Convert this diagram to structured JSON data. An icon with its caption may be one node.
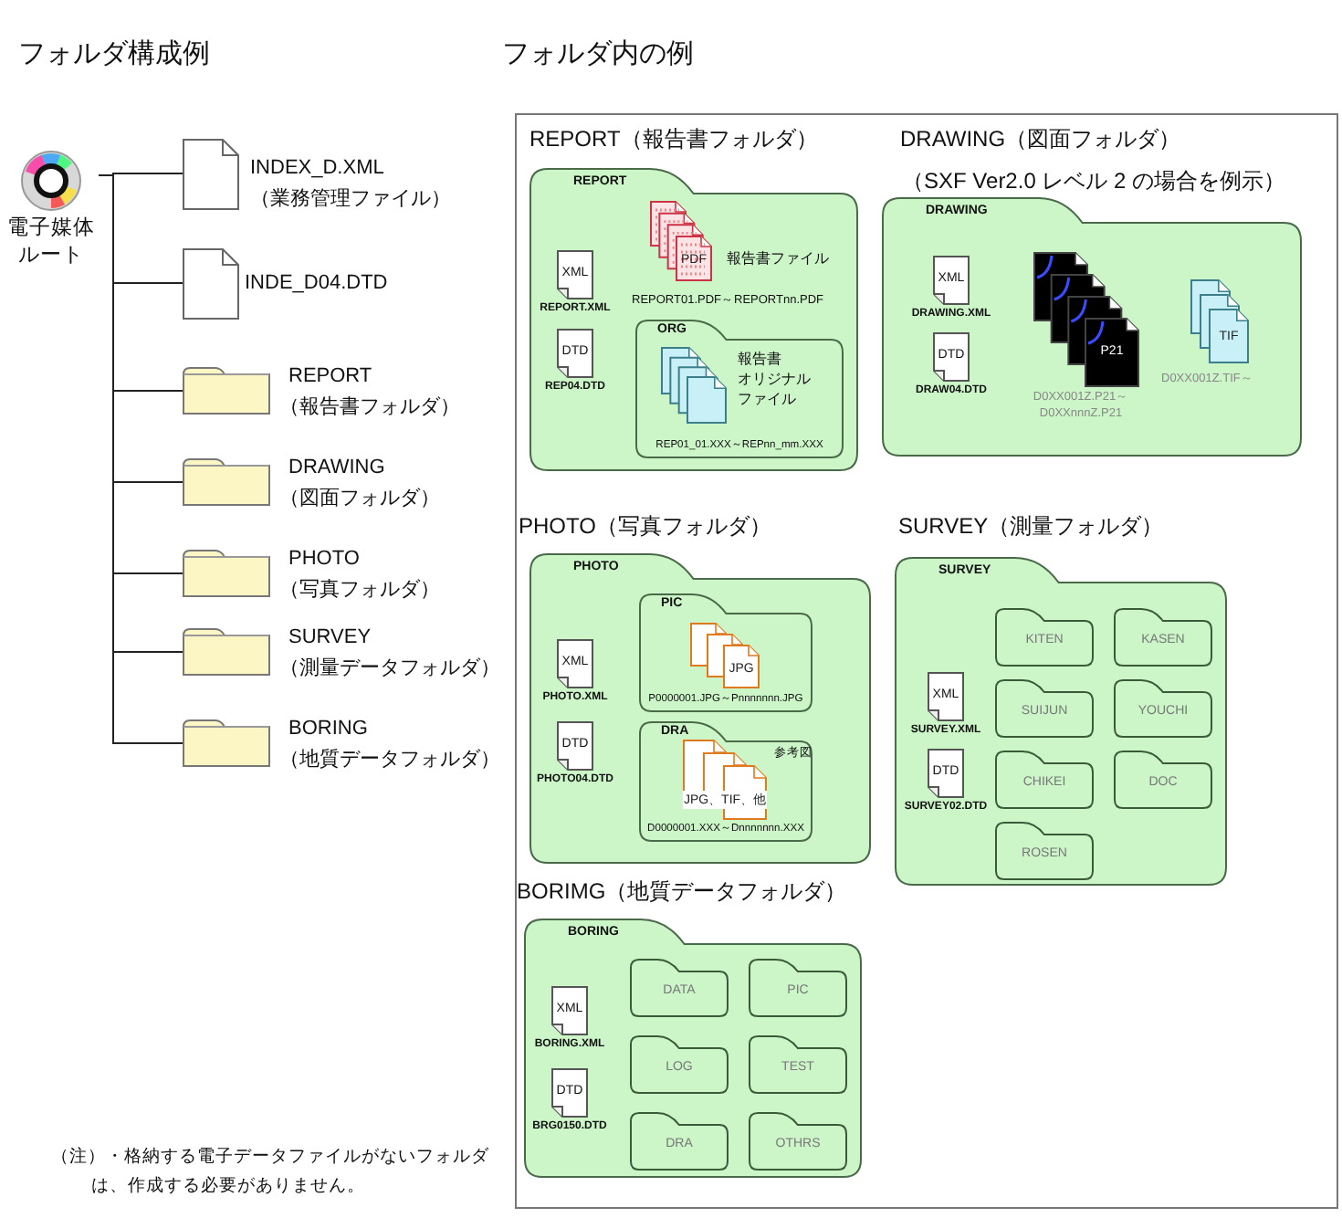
{
  "diagram": {
    "nodes": [
      {
        "text": [
          "電子媒体ルート"
        ]
      },
      {
        "text": [
          "INDEX_D.XML",
          "（業務管理ファイル）"
        ]
      },
      {
        "text": [
          "INDE_D04.DTD"
        ]
      },
      {
        "text": [
          "REPORT",
          "（報告書フォルダ）"
        ]
      },
      {
        "text": [
          "DRAWING",
          "（図面フォルダ）"
        ]
      },
      {
        "text": [
          "PHOTO",
          "（写真フォルダ）"
        ]
      },
      {
        "text": [
          "SURVEY",
          "（測量データフォルダ）"
        ]
      },
      {
        "text": [
          "BORING",
          "（地質データフォルダ）"
        ]
      },
      {
        "text": [
          "REPORT"
        ],
        "beside": [
          "REPORT（報告書フォルダ）"
        ]
      },
      {
        "text": [
          "XML",
          "REPORT.XML"
        ],
        "in": 8
      },
      {
        "text": [
          "DTD",
          "REP04.DTD"
        ],
        "in": 8
      },
      {
        "text": [
          "PDF"
        ],
        "in": 8,
        "beside": [
          "報告書ファイル",
          "REPORT01.PDF～REPORTnn.PDF"
        ]
      },
      {
        "text": [
          "ORG",
          "報告書",
          "オリジナル",
          "ファイル",
          "REP01_01.XXX～REPnn_mm.XXX"
        ],
        "in": 8
      },
      {
        "text": [
          "DRAWING"
        ],
        "beside": [
          "DRAWING（図面フォルダ）",
          "（SXF Ver2.0 レベル 2 の場合を例示）"
        ]
      },
      {
        "text": [
          "XML",
          "DRAWING.XML"
        ],
        "in": 13
      },
      {
        "text": [
          "DTD",
          "DRAW04.DTD"
        ],
        "in": 13
      },
      {
        "text": [
          "P21"
        ],
        "in": 13,
        "beside": [
          "D0XX001Z.P21～ D0XXnnnZ.P21"
        ]
      },
      {
        "text": [
          "TIF"
        ],
        "in": 13,
        "beside": [
          "D0XX001Z.TIF～"
        ]
      },
      {
        "text": [
          "PHOTO"
        ],
        "beside": [
          "PHOTO（写真フォルダ）"
        ]
      },
      {
        "text": [
          "XML",
          "PHOTO.XML"
        ],
        "in": 18
      },
      {
        "text": [
          "DTD",
          "PHOTO04.DTD"
        ],
        "in": 18
      },
      {
        "text": [
          "PIC",
          "P0000001.JPG～Pnnnnnnn.JPG"
        ],
        "in": 18
      },
      {
        "text": [
          "JPG"
        ],
        "in": 21
      },
      {
        "text": [
          "DRA",
          "参考図",
          "D0000001.XXX～Dnnnnnnn.XXX"
        ],
        "in": 18
      },
      {
        "text": [
          "JPG、TIF、他"
        ],
        "in": 23
      },
      {
        "text": [
          "SURVEY"
        ],
        "beside": [
          "SURVEY（測量フォルダ）"
        ]
      },
      {
        "text": [
          "XML",
          "SURVEY.XML"
        ],
        "in": 25
      },
      {
        "text": [
          "DTD",
          "SURVEY02.DTD"
        ],
        "in": 25
      },
      {
        "text": [
          "KITEN"
        ],
        "in": 25
      },
      {
        "text": [
          "KASEN"
        ],
        "in": 25
      },
      {
        "text": [
          "SUIJUN"
        ],
        "in": 25
      },
      {
        "text": [
          "YOUCHI"
        ],
        "in": 25
      },
      {
        "text": [
          "CHIKEI"
        ],
        "in": 25
      },
      {
        "text": [
          "DOC"
        ],
        "in": 25
      },
      {
        "text": [
          "ROSEN"
        ],
        "in": 25
      },
      {
        "text": [
          "BORING"
        ],
        "beside": [
          "BORIMG（地質データフォルダ）"
        ]
      },
      {
        "text": [
          "XML",
          "BORING.XML"
        ],
        "in": 35
      },
      {
        "text": [
          "DTD",
          "BRG0150.DTD"
        ],
        "in": 35
      },
      {
        "text": [
          "DATA"
        ],
        "in": 35
      },
      {
        "text": [
          "PIC"
        ],
        "in": 35
      },
      {
        "text": [
          "LOG"
        ],
        "in": 35
      },
      {
        "text": [
          "TEST"
        ],
        "in": 35
      },
      {
        "text": [
          "DRA"
        ],
        "in": 35
      },
      {
        "text": [
          "OTHRS"
        ],
        "in": 35
      }
    ],
    "edges": [
      {
        "from": 0,
        "to": 1,
        "arrow": "none"
      },
      {
        "from": 0,
        "to": 2,
        "arrow": "none"
      },
      {
        "from": 0,
        "to": 3,
        "arrow": "none"
      },
      {
        "from": 0,
        "to": 4,
        "arrow": "none"
      },
      {
        "from": 0,
        "to": 5,
        "arrow": "none"
      },
      {
        "from": 0,
        "to": 6,
        "arrow": "none"
      },
      {
        "from": 0,
        "to": 7,
        "arrow": "none"
      }
    ],
    "labels": [
      "フォルダ構成例",
      "フォルダ内の例",
      "（注）・格納する電子データファイルがないフォルダは、作成する必要がありません。"
    ]
  }
}
